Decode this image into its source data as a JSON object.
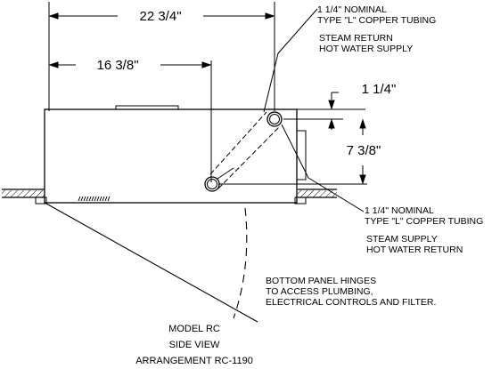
{
  "dimensions": {
    "overall_width": "22 3/4\"",
    "lower_pipe_offset": "16 3/8\"",
    "pipe_offset_top": "1 1/4\"",
    "pipe_spacing_vertical": "7 3/8\""
  },
  "notes": {
    "top_pipe_line1": "1 1/4\" NOMINAL",
    "top_pipe_line2": "TYPE \"L\" COPPER TUBING",
    "top_pipe_use1": "STEAM RETURN",
    "top_pipe_use2": "HOT WATER SUPPLY",
    "bottom_pipe_line1": "1 1/4\" NOMINAL",
    "bottom_pipe_line2": "TYPE \"L\" COPPER TUBING",
    "bottom_pipe_use1": "STEAM SUPPLY",
    "bottom_pipe_use2": "HOT WATER RETURN",
    "panel_line1": "BOTTOM PANEL HINGES",
    "panel_line2": "TO ACCESS PLUMBING,",
    "panel_line3": "ELECTRICAL CONTROLS AND FILTER."
  },
  "caption": {
    "line1": "MODEL RC",
    "line2": "SIDE VIEW",
    "line3": "ARRANGEMENT RC-1190"
  }
}
